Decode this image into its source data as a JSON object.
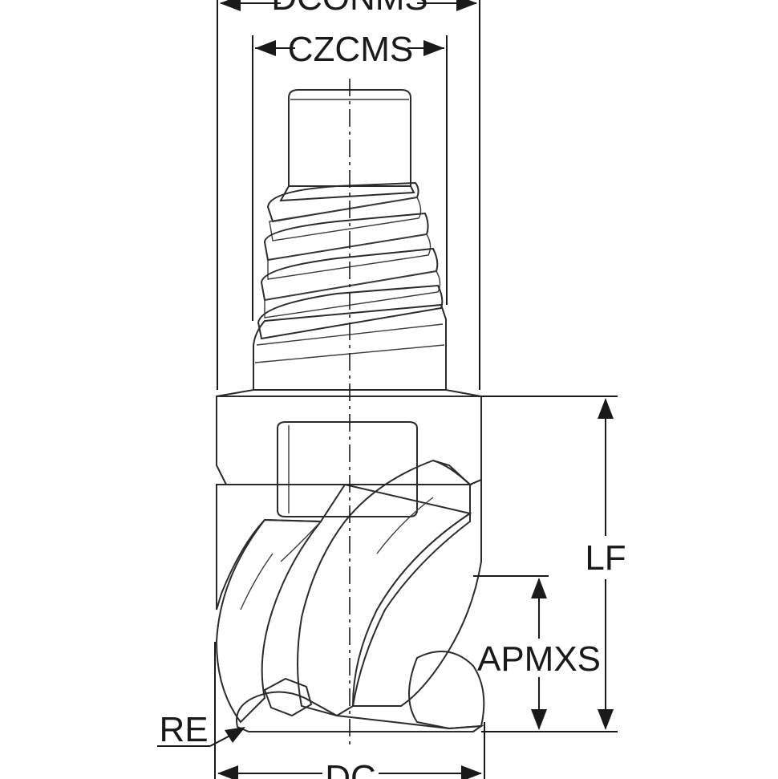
{
  "diagram": {
    "labels": {
      "dconms": "DCONMS",
      "czcms": "CZCMS",
      "lf": "LF",
      "apmxs": "APMXS",
      "re": "RE",
      "dc": "DC"
    },
    "colors": {
      "line": "#1a1a1a",
      "steel_light": "#e2e2e2",
      "steel_mid": "#a8a8a8",
      "steel_dark": "#6a6a6a"
    }
  }
}
